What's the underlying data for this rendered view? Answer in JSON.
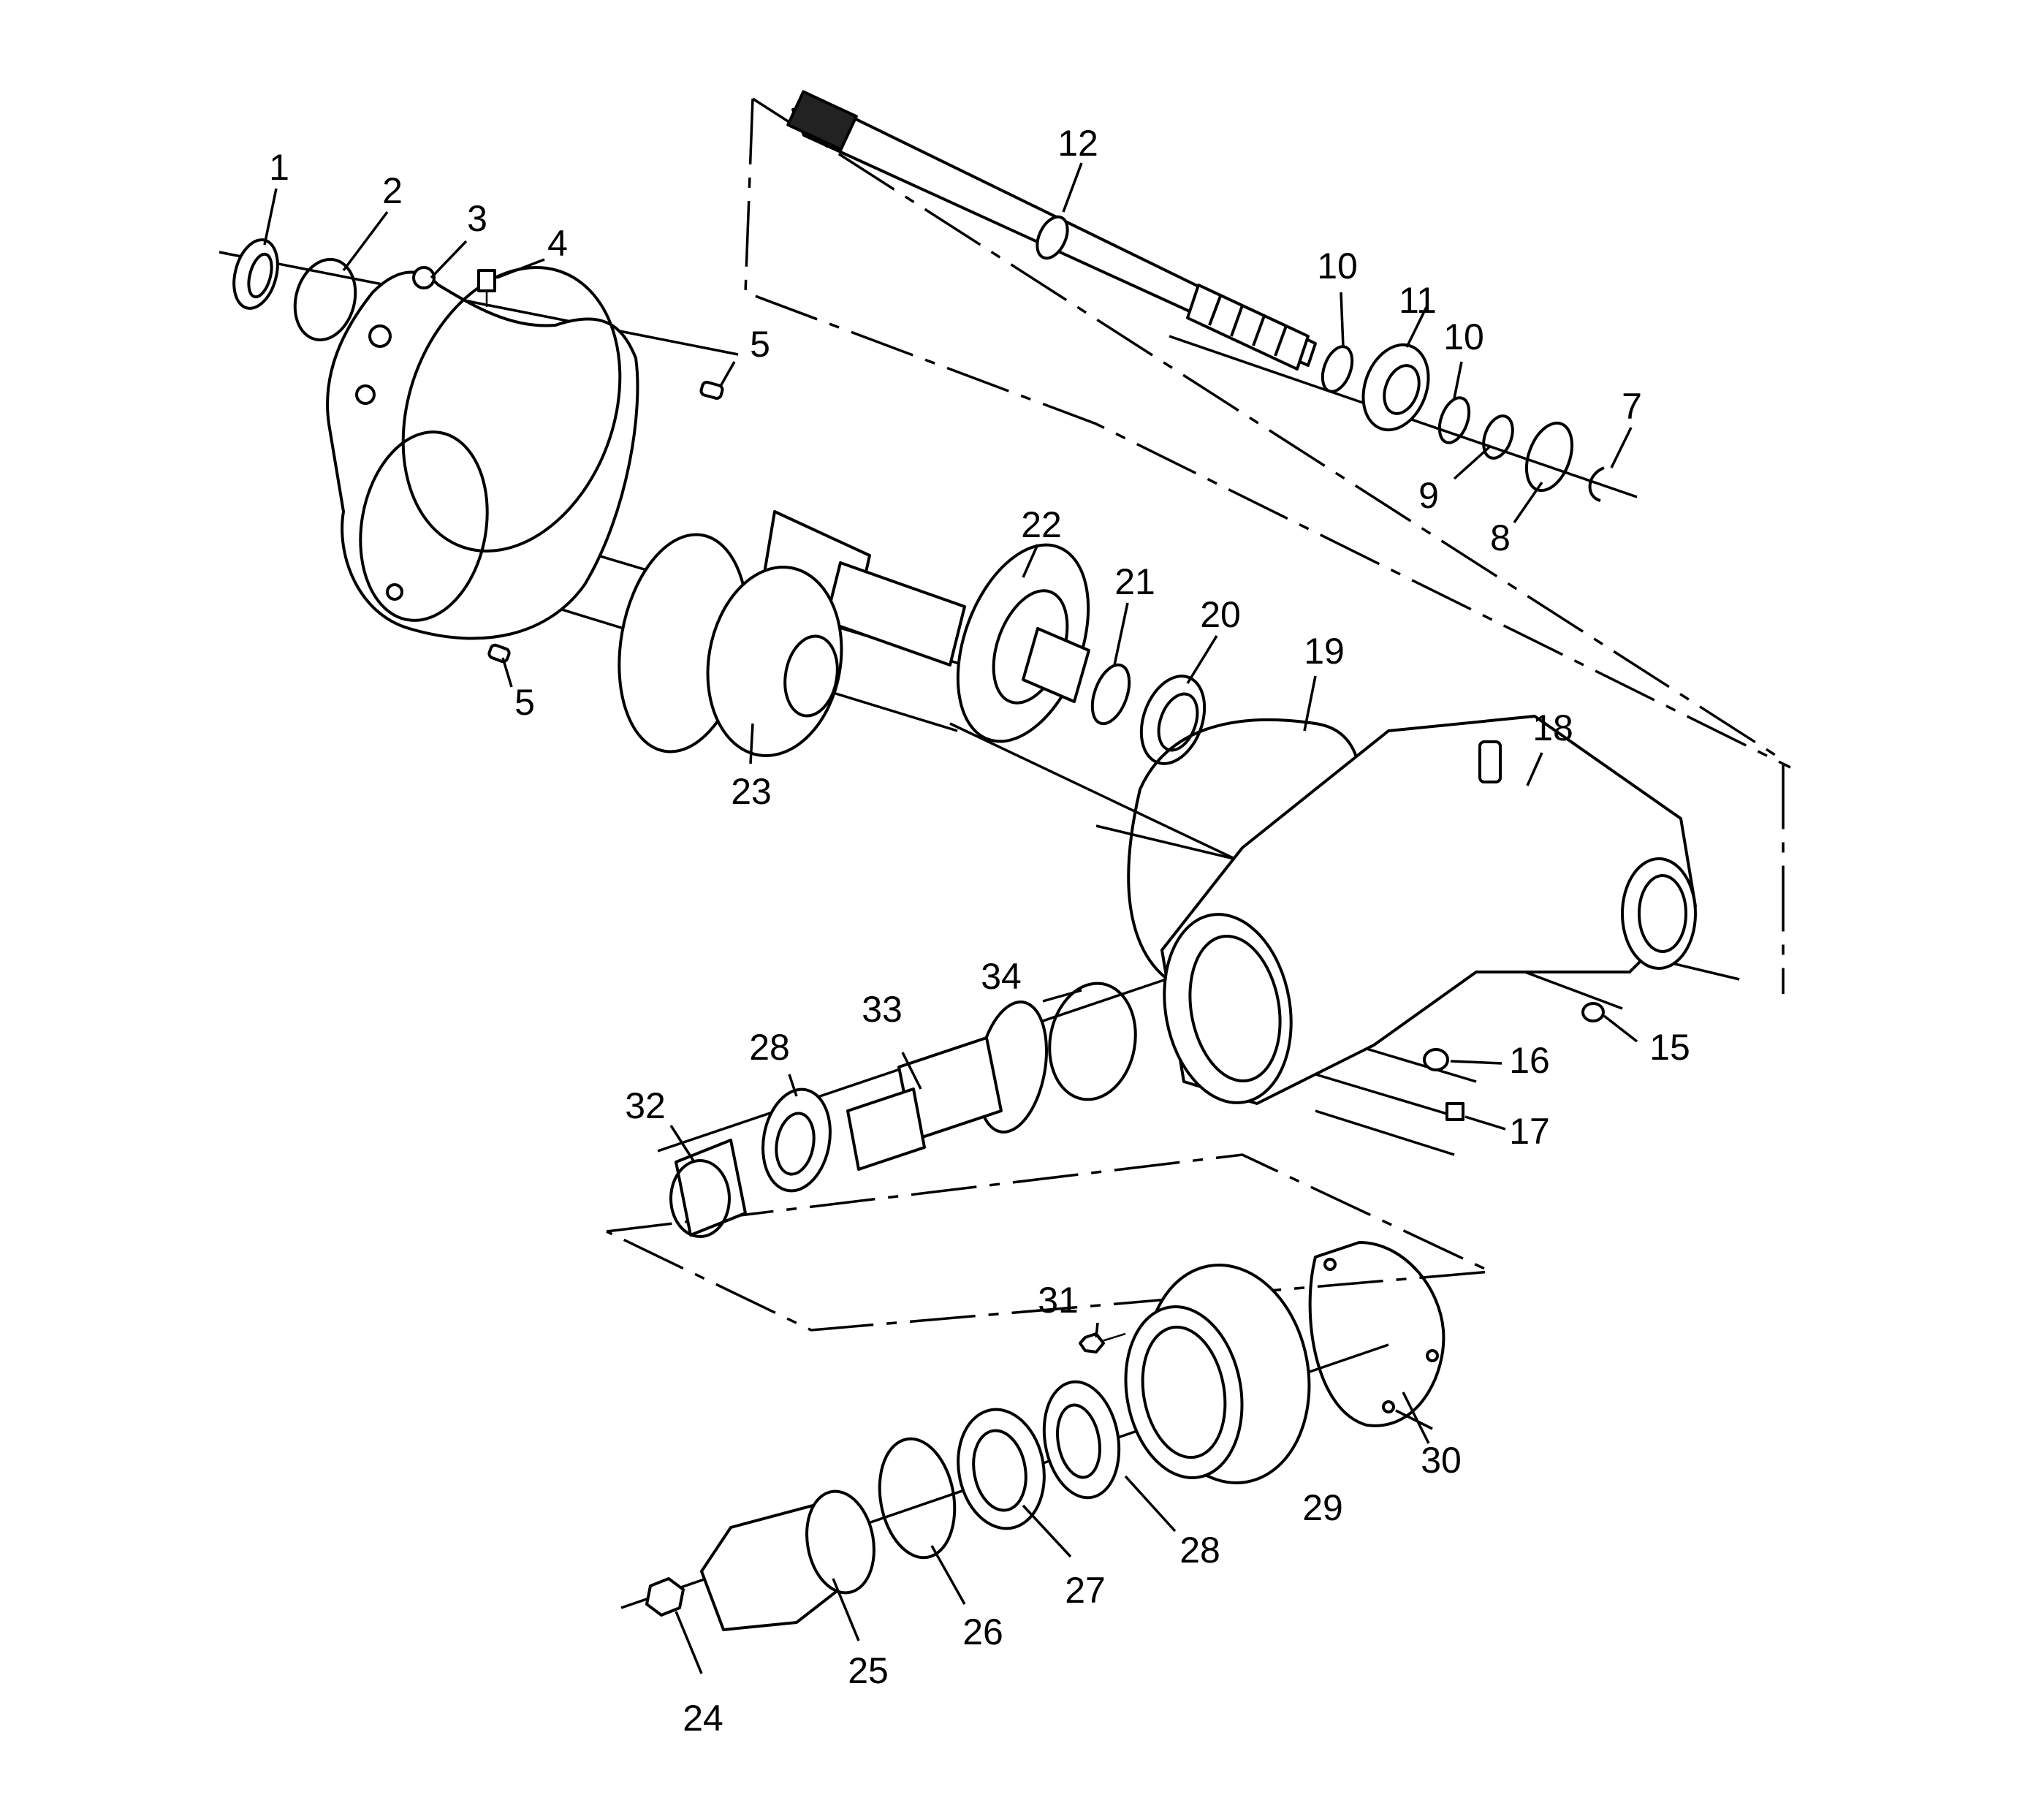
{
  "figure": {
    "background": "#ffffff",
    "ink": "#000000"
  },
  "callouts": [
    "1",
    "2",
    "3",
    "4",
    "5",
    "5",
    "7",
    "8",
    "9",
    "10",
    "10",
    "11",
    "12",
    "15",
    "16",
    "17",
    "18",
    "19",
    "20",
    "21",
    "22",
    "23",
    "24",
    "25",
    "26",
    "27",
    "28",
    "28",
    "29",
    "30",
    "31",
    "32",
    "33",
    "34"
  ]
}
